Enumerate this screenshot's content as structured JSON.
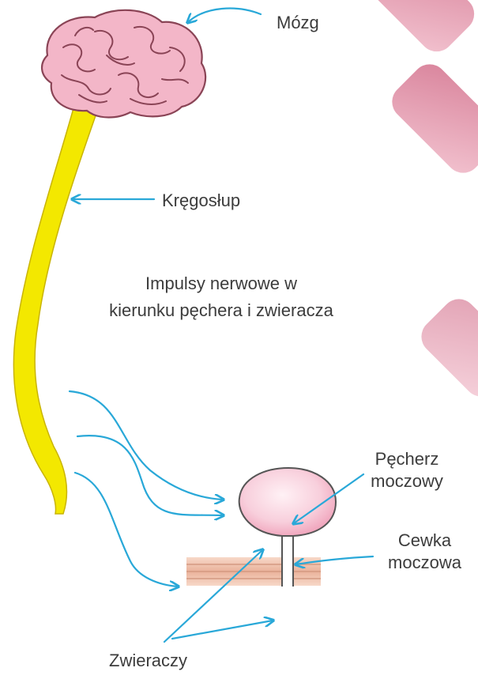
{
  "labels": {
    "brain": "Mózg",
    "spine": "Kręgosłup",
    "impulses_line1": "Impulsy nerwowe w",
    "impulses_line2": "kierunku pęchera i zwieracza",
    "bladder_line1": "Pęcherz",
    "bladder_line2": "moczowy",
    "urethra_line1": "Cewka",
    "urethra_line2": "moczowa",
    "sphincters": "Zwieraczy"
  },
  "icons": [
    "brain-icon",
    "spinal-cord-icon",
    "bladder-icon",
    "sphincter-muscle-icon",
    "arrow-icon"
  ],
  "colors": {
    "arrow": "#29a8d8",
    "spine": "#f3e800",
    "spine_edge": "#c9b400",
    "brain_fill": "#f3b6c8",
    "brain_stroke": "#8a4456",
    "bladder_fill": "#f6c9d7",
    "muscle_fill": "#f2c9b6",
    "decor_pink": "#d9849c"
  }
}
